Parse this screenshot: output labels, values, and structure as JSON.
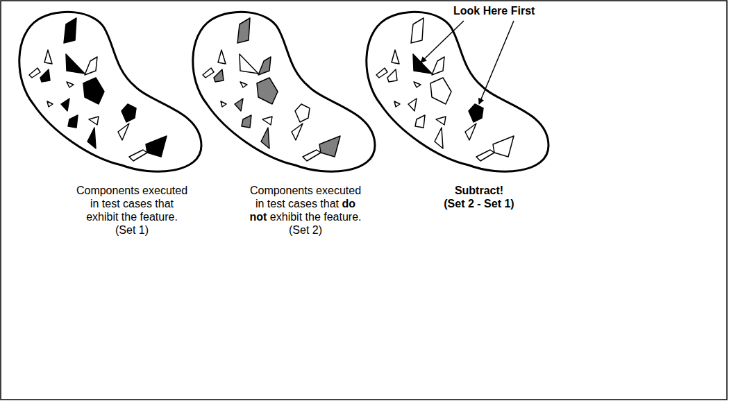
{
  "diagram": {
    "nodes": [
      {
        "text": [
          "Components executed in test cases that exhibit the feature.",
          "(Set 1)"
        ]
      },
      {
        "text": [
          "Components executed in test cases that do not exhibit the feature.",
          "(Set 2)"
        ]
      },
      {
        "text": [
          "Subtract!",
          "(Set 2 - Set 1)"
        ]
      }
    ],
    "labels": [
      "Look Here First"
    ]
  }
}
